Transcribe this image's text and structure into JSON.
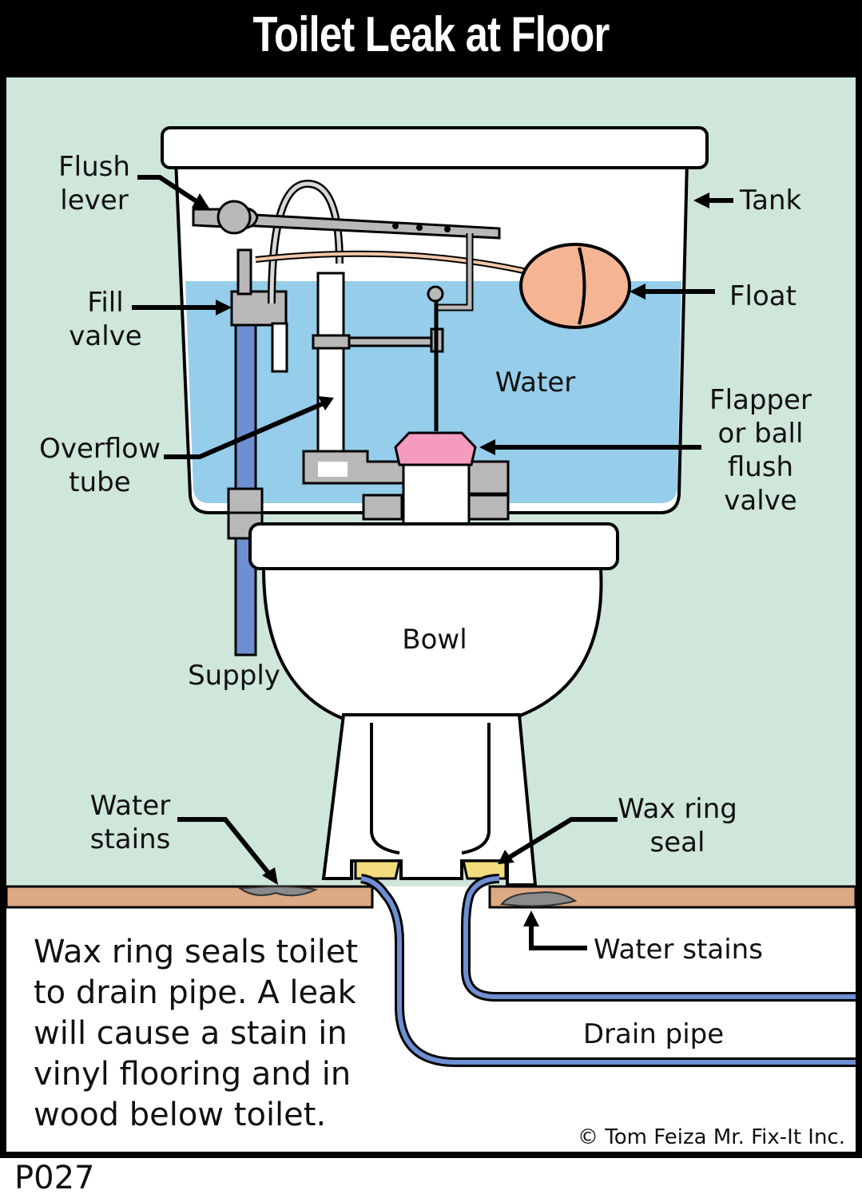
{
  "title": "Toilet Leak at Floor",
  "labels": {
    "flush_lever": [
      "Flush",
      "lever"
    ],
    "tank": "Tank",
    "fill_valve": [
      "Fill",
      "valve"
    ],
    "float": "Float",
    "water": "Water",
    "flapper": [
      "Flapper",
      "or ball",
      "flush",
      "valve"
    ],
    "overflow_tube": [
      "Overflow",
      "tube"
    ],
    "bowl": "Bowl",
    "supply": "Supply",
    "water_stains_left": [
      "Water",
      "stains"
    ],
    "wax_ring_seal": [
      "Wax ring",
      "seal"
    ],
    "water_stains_right": "Water stains",
    "drain_pipe": "Drain pipe"
  },
  "description": [
    "Wax ring seals toilet",
    "to drain pipe.  A leak",
    "will cause a stain in",
    "vinyl flooring and in",
    "wood below toilet."
  ],
  "copyright": "© Tom Feiza Mr. Fix-It Inc.",
  "figure_code": "P027",
  "colors": {
    "wall": "#cfe6da",
    "water": "#95cdea",
    "floor": "#dba984",
    "float": "#f5b492",
    "flapper": "#f59bbd",
    "wax": "#f2dc7d",
    "supply_pipe": "#6e8fd1",
    "valve_gray": "#b8b8b8"
  }
}
